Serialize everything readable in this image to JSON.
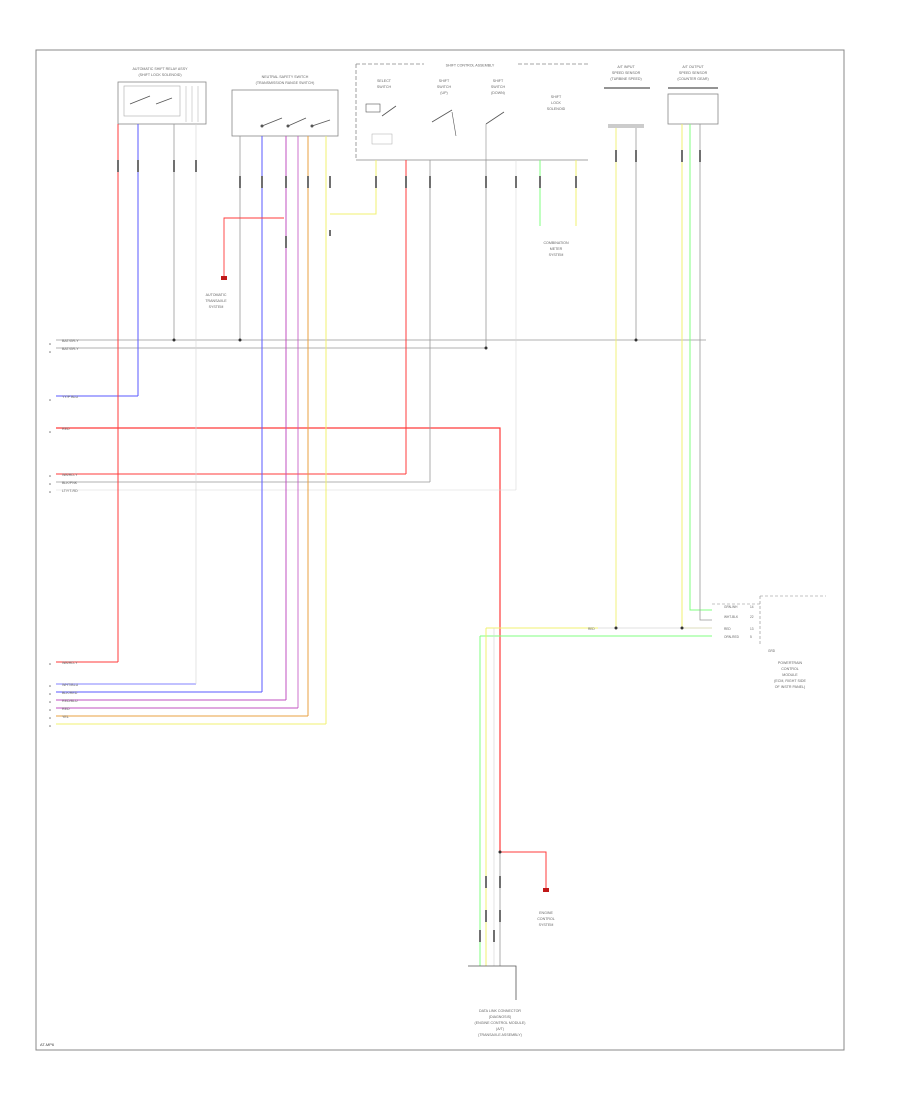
{
  "colors": {
    "red": "#ff3b3b",
    "blue": "#5a5aff",
    "violet": "#c050c0",
    "orange": "#e8a040",
    "yellow": "#f0f070",
    "green": "#80ff80",
    "gray": "#999999",
    "light_gray": "#d8d8d8",
    "frame": "#888888",
    "dark_red": "#c01818"
  },
  "components": {
    "shift_solenoid_relay": [
      "AUTOMATIC SHIFT RELAY ASSY",
      "(SHIFT LOCK SOLENOID)"
    ],
    "neutral_safety_switch": [
      "NEUTRAL SAFETY SWITCH",
      "(TRANSMISSION RANGE SWITCH)"
    ],
    "shift_control_assembly": "SHIFT CONTROL ASSEMBLY",
    "select_switch": [
      "SELECT",
      "SWITCH"
    ],
    "shift_switch_up": [
      "SHIFT",
      "SWITCH",
      "(UP)"
    ],
    "shift_switch_down": [
      "SHIFT",
      "SWITCH",
      "(DOWN)"
    ],
    "shift_lock_solenoid": [
      "SHIFT",
      "LOCK",
      "SOLENOID"
    ],
    "heater_a": [
      "A/T INPUT",
      "SPEED SENSOR",
      "(TURBINE SPEED)"
    ],
    "heater_b": [
      "A/T OUTPUT",
      "SPEED SENSOR",
      "(COUNTER GEAR)"
    ],
    "ground_left": [
      "AUTOMATIC",
      "TRANSAXLE",
      "SYSTEM"
    ],
    "ground_mid": [
      "COMBINATION",
      "METER",
      "SYSTEM"
    ],
    "powertrain_module": [
      "POWERTRAIN",
      "CONTROL",
      "MODULE",
      "(ECM, RIGHT SIDE",
      "OF INSTR PANEL)"
    ],
    "ground_bottom": [
      "ENGINE",
      "CONTROL",
      "SYSTEM"
    ],
    "data_link": [
      "DATA LINK CONNECTOR",
      "(DIAGNOSIS)",
      "(ENGINE CONTROL MODULE)",
      "(A/T)",
      "(TRANSAXLE ASSEMBLY)"
    ]
  },
  "bus_labels": [
    "BAT/GR-Y",
    "BAT/GR-Y",
    "YY/P BLU",
    "RED",
    "WB/RD-Y",
    "BLK/PNK",
    "LT/YT-RD",
    "WB/RD-Y",
    "WHT/BLU",
    "BLK/RED",
    "RED/BLU",
    "RED",
    "YEL"
  ],
  "pcm_pins": [
    "GRN-WH",
    "WHT-BLK",
    "RED",
    "ORN-RED"
  ],
  "pcm_pin_numbers": [
    "14",
    "22",
    "13",
    "5"
  ],
  "pcm_bottom_label": "RED",
  "pcm_ground_label": "GRD",
  "footer": "AT-MP6"
}
